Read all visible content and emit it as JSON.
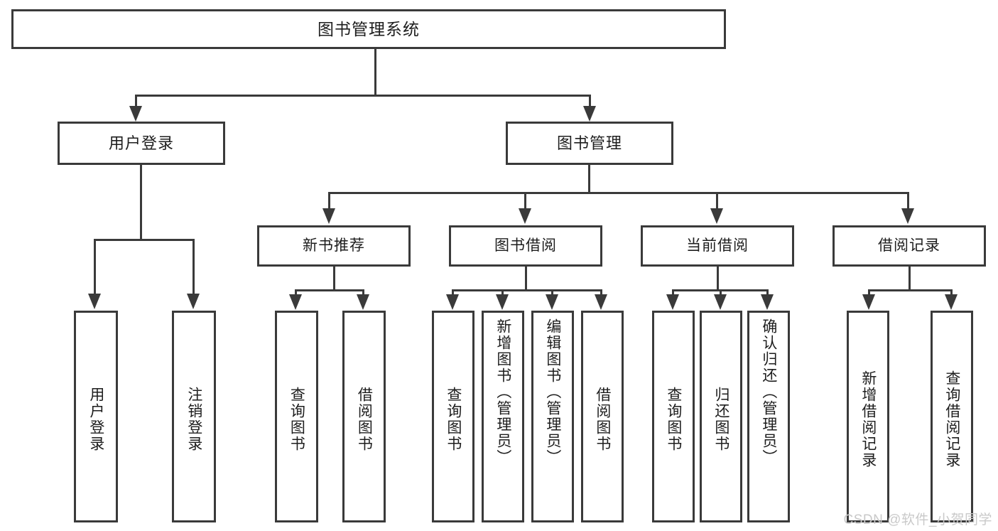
{
  "diagram": {
    "type": "tree-hierarchy",
    "title": "图书管理系统",
    "watermark": "CSDN @软件_小贺同学",
    "colors": {
      "stroke": "#3a3a3a",
      "fill": "#ffffff",
      "text": "#1d1d1d",
      "watermark": "#c9c9c9"
    },
    "levels": {
      "root": {
        "label": "图书管理系统"
      },
      "level2": [
        {
          "id": "user-login",
          "label": "用户登录"
        },
        {
          "id": "book-management",
          "label": "图书管理"
        }
      ],
      "level3": [
        {
          "id": "new-book-recommend",
          "label": "新书推荐",
          "parent": "book-management"
        },
        {
          "id": "book-borrow",
          "label": "图书借阅",
          "parent": "book-management"
        },
        {
          "id": "current-borrow",
          "label": "当前借阅",
          "parent": "book-management"
        },
        {
          "id": "borrow-record",
          "label": "借阅记录",
          "parent": "book-management"
        }
      ],
      "leaves": [
        {
          "id": "leaf-user-login",
          "label": "用户登录",
          "parent": "user-login"
        },
        {
          "id": "leaf-logout-login",
          "label": "注销登录",
          "parent": "user-login"
        },
        {
          "id": "leaf-query-book-1",
          "label": "查询图书",
          "parent": "new-book-recommend"
        },
        {
          "id": "leaf-borrow-book-1",
          "label": "借阅图书",
          "parent": "new-book-recommend"
        },
        {
          "id": "leaf-query-book-2",
          "label": "查询图书",
          "parent": "book-borrow"
        },
        {
          "id": "leaf-add-book",
          "label": "新增图书（管理员）",
          "parent": "book-borrow"
        },
        {
          "id": "leaf-edit-book",
          "label": "编辑图书（管理员）",
          "parent": "book-borrow"
        },
        {
          "id": "leaf-borrow-book-2",
          "label": "借阅图书",
          "parent": "book-borrow"
        },
        {
          "id": "leaf-query-book-3",
          "label": "查询图书",
          "parent": "current-borrow"
        },
        {
          "id": "leaf-return-book",
          "label": "归还图书",
          "parent": "current-borrow"
        },
        {
          "id": "leaf-confirm-return",
          "label": "确认归还（管理员）",
          "parent": "current-borrow"
        },
        {
          "id": "leaf-add-record",
          "label": "新增借阅记录",
          "parent": "borrow-record"
        },
        {
          "id": "leaf-query-record",
          "label": "查询借阅记录",
          "parent": "borrow-record"
        }
      ]
    }
  }
}
